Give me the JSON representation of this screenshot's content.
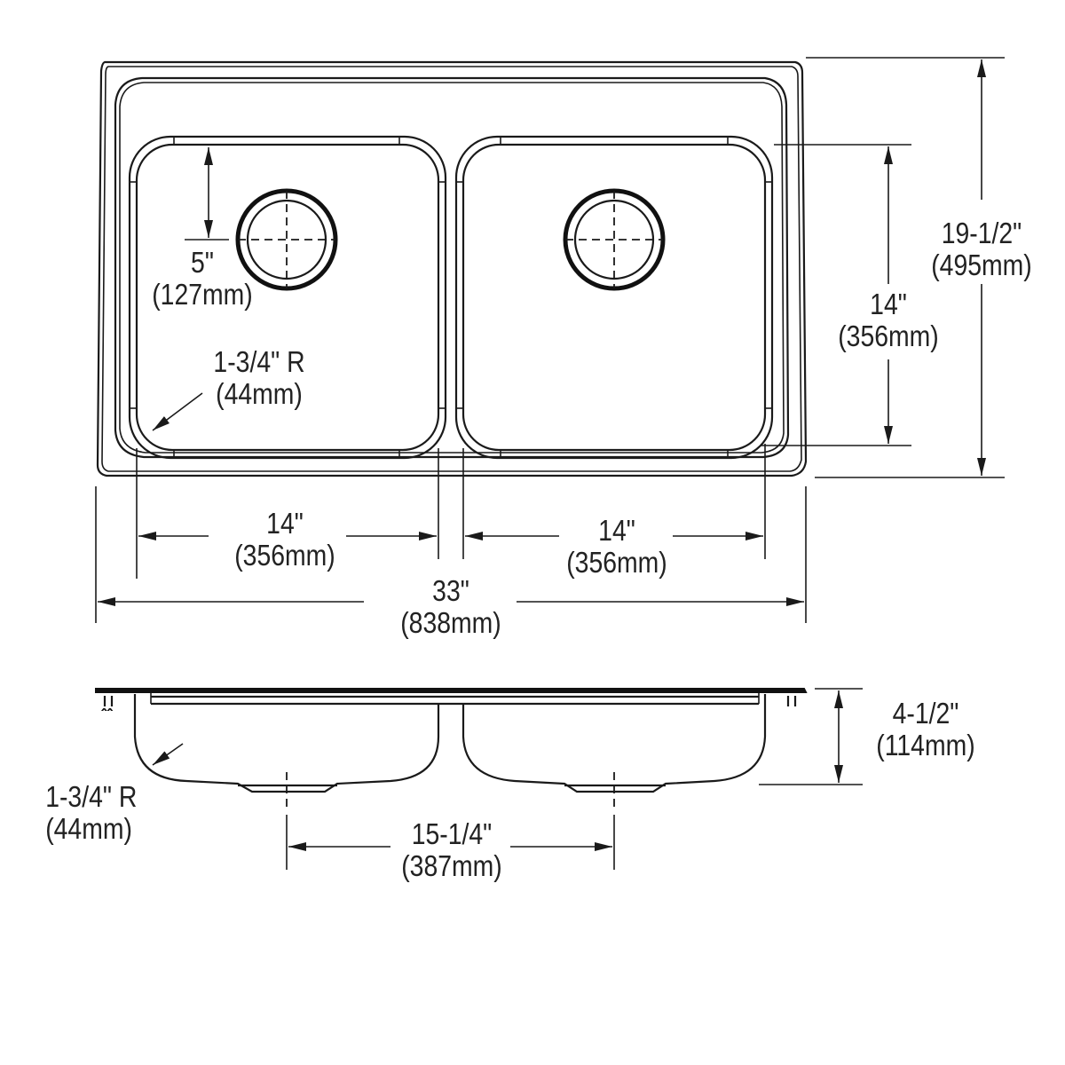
{
  "drawing": {
    "title": "Double bowl top-mount sink dimension drawing",
    "line_color": "#1a1a1a",
    "background": "#ffffff"
  },
  "top_view": {
    "overall_width": {
      "imperial": "33\"",
      "metric": "(838mm)"
    },
    "overall_depth": {
      "imperial": "19-1/2\"",
      "metric": "(495mm)"
    },
    "bowl_depth_front_to_back": {
      "imperial": "14\"",
      "metric": "(356mm)"
    },
    "left_bowl_width": {
      "imperial": "14\"",
      "metric": "(356mm)"
    },
    "right_bowl_width": {
      "imperial": "14\"",
      "metric": "(356mm)"
    },
    "drain_offset_from_back": {
      "imperial": "5\"",
      "metric": "(127mm)"
    },
    "corner_radius": {
      "imperial": "1-3/4\" R",
      "metric": "(44mm)"
    }
  },
  "side_view": {
    "bowl_depth": {
      "imperial": "4-1/2\"",
      "metric": "(114mm)"
    },
    "drain_center_to_center": {
      "imperial": "15-1/4\"",
      "metric": "(387mm)"
    },
    "corner_radius": {
      "imperial": "1-3/4\" R",
      "metric": "(44mm)"
    }
  }
}
